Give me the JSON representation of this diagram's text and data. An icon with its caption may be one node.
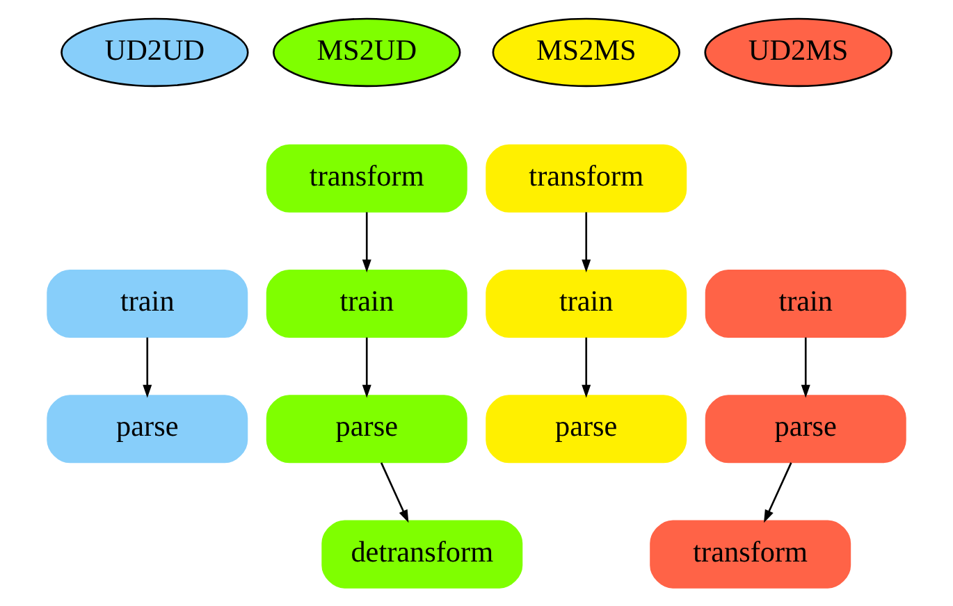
{
  "diagram": {
    "nodes": [
      {
        "text": [
          "UD2UD"
        ]
      },
      {
        "text": [
          "MS2UD"
        ]
      },
      {
        "text": [
          "MS2MS"
        ]
      },
      {
        "text": [
          "UD2MS"
        ]
      },
      {
        "text": [
          "transform"
        ]
      },
      {
        "text": [
          "transform"
        ]
      },
      {
        "text": [
          "train"
        ]
      },
      {
        "text": [
          "train"
        ]
      },
      {
        "text": [
          "train"
        ]
      },
      {
        "text": [
          "train"
        ]
      },
      {
        "text": [
          "parse"
        ]
      },
      {
        "text": [
          "parse"
        ]
      },
      {
        "text": [
          "parse"
        ]
      },
      {
        "text": [
          "parse"
        ]
      },
      {
        "text": [
          "detransform"
        ]
      },
      {
        "text": [
          "transform"
        ]
      }
    ],
    "edges": [
      {
        "from": 4,
        "to": 7,
        "arrow": "to"
      },
      {
        "from": 5,
        "to": 8,
        "arrow": "to"
      },
      {
        "from": 6,
        "to": 10,
        "arrow": "to"
      },
      {
        "from": 7,
        "to": 11,
        "arrow": "to"
      },
      {
        "from": 8,
        "to": 12,
        "arrow": "to"
      },
      {
        "from": 9,
        "to": 13,
        "arrow": "to"
      },
      {
        "from": 11,
        "to": 14,
        "arrow": "to"
      },
      {
        "from": 13,
        "to": 15,
        "arrow": "to"
      }
    ]
  }
}
